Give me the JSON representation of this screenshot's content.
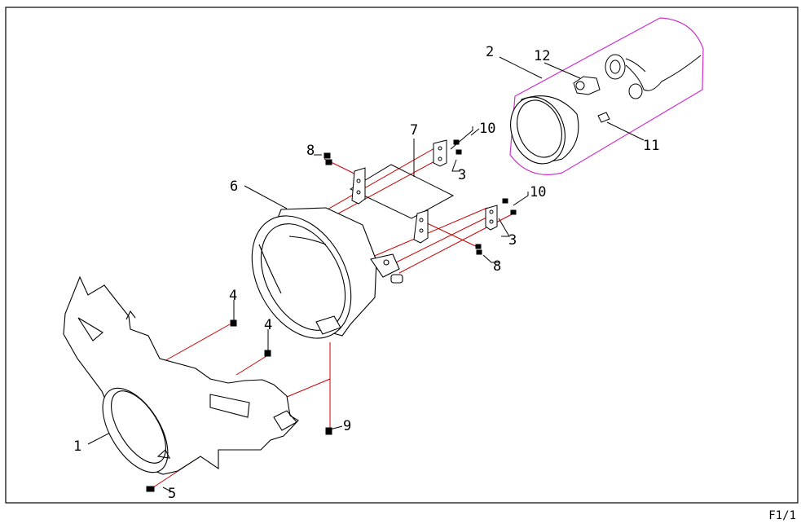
{
  "diagram": {
    "callouts": [
      {
        "id": "c1",
        "text": "1"
      },
      {
        "id": "c2",
        "text": "2"
      },
      {
        "id": "c3a",
        "text": "3"
      },
      {
        "id": "c3b",
        "text": "3"
      },
      {
        "id": "c4a",
        "text": "4"
      },
      {
        "id": "c4b",
        "text": "4"
      },
      {
        "id": "c5",
        "text": "5"
      },
      {
        "id": "c6",
        "text": "6"
      },
      {
        "id": "c7",
        "text": "7"
      },
      {
        "id": "c8a",
        "text": "8"
      },
      {
        "id": "c8b",
        "text": "8"
      },
      {
        "id": "c9",
        "text": "9"
      },
      {
        "id": "c10a",
        "text": "10"
      },
      {
        "id": "c10b",
        "text": "10"
      },
      {
        "id": "c11",
        "text": "11"
      },
      {
        "id": "c12",
        "text": "12"
      }
    ],
    "page_label": "F1/1",
    "colors": {
      "line": "#000000",
      "assembly": "#cc0000",
      "group_box": "#cc33cc"
    }
  }
}
